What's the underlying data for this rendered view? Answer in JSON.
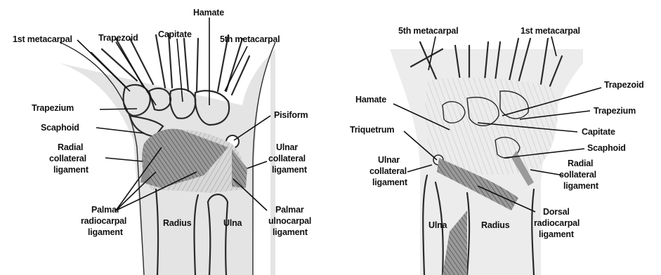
{
  "figure": {
    "palmar_view": {
      "labels": {
        "first_metacarpal": "1st metacarpal",
        "trapezoid": "Trapezoid",
        "capitate": "Capitate",
        "hamate": "Hamate",
        "fifth_metacarpal": "5th metacarpal",
        "trapezium": "Trapezium",
        "pisiform": "Pisiform",
        "scaphoid": "Scaphoid",
        "radial_collateral": [
          "Radial",
          "collateral",
          "ligament"
        ],
        "ulnar_collateral": [
          "Ulnar",
          "collateral",
          "ligament"
        ],
        "palmar_radiocarpal": [
          "Palmar",
          "radiocarpal",
          "ligament"
        ],
        "palmar_ulnocarpal": [
          "Palmar",
          "ulnocarpal",
          "ligament"
        ],
        "radius": "Radius",
        "ulna": "Ulna"
      }
    },
    "dorsal_view": {
      "labels": {
        "fifth_metacarpal": "5th metacarpal",
        "first_metacarpal": "1st metacarpal",
        "trapezoid": "Trapezoid",
        "hamate": "Hamate",
        "trapezium": "Trapezium",
        "triquetrum": "Triquetrum",
        "capitate": "Capitate",
        "scaphoid": "Scaphoid",
        "ulnar_collateral": [
          "Ulnar",
          "collateral",
          "ligament"
        ],
        "radial_collateral": [
          "Radial",
          "collateral",
          "ligament"
        ],
        "dorsal_radiocarpal": [
          "Dorsal",
          "radiocarpal",
          "ligament"
        ],
        "ulna": "Ulna",
        "radius": "Radius"
      }
    },
    "colors": {
      "background": "#ffffff",
      "forearm_shade": "#dcdcdc",
      "ligament_dark": "#6e6e6e",
      "ligament_light": "#b4b4b4",
      "line": "#111111"
    }
  }
}
